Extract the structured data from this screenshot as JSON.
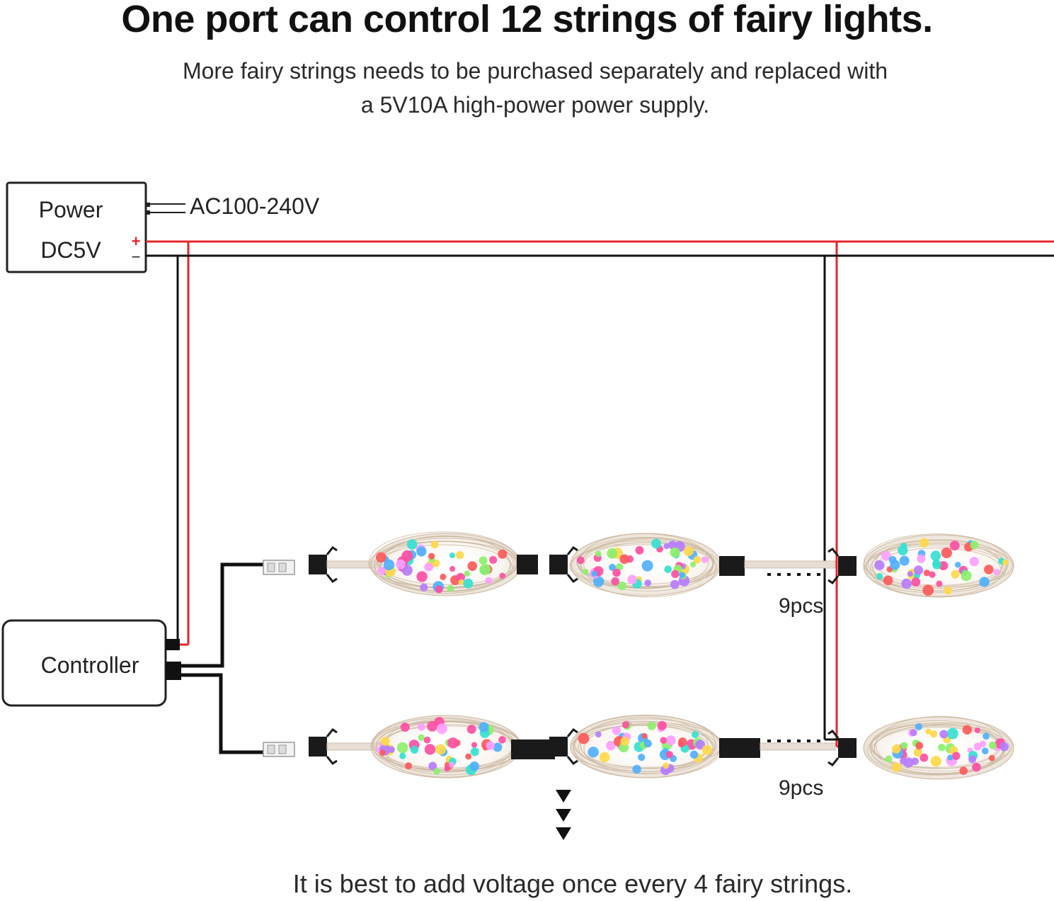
{
  "header": {
    "title": "One port can control 12 strings of fairy lights.",
    "subtitle_line1": "More fairy strings needs to be purchased separately and replaced with",
    "subtitle_line2": "a 5V10A high-power power supply."
  },
  "power_box": {
    "line1": "Power",
    "line2": "DC5V",
    "plus": "+",
    "minus": "−"
  },
  "ac_label": "AC100-240V",
  "controller_label": "Controller",
  "rows": [
    {
      "count_label": "9pcs"
    },
    {
      "count_label": "9pcs"
    }
  ],
  "footer": {
    "note": "It is best to add voltage once every 4 fairy strings."
  },
  "colors": {
    "positive_wire": "#e3262b",
    "negative_wire": "#111111",
    "connector": "#1a1a1a",
    "bulbs": [
      "#ff4fa3",
      "#35e0d0",
      "#ffd84a",
      "#8cf06a",
      "#b57cff",
      "#ff5a5a",
      "#4fb0ff",
      "#ffa0ff"
    ]
  }
}
